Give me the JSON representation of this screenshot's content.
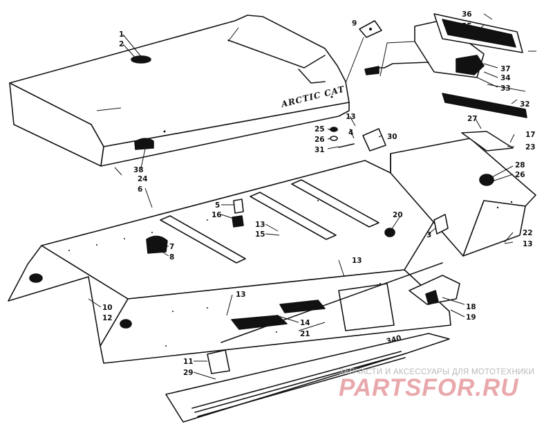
{
  "brand_text": "ARCTIC CAT",
  "decal_number": "340",
  "part_callouts": [
    {
      "id": "1"
    },
    {
      "id": "2"
    },
    {
      "id": "3"
    },
    {
      "id": "4"
    },
    {
      "id": "5"
    },
    {
      "id": "6"
    },
    {
      "id": "7"
    },
    {
      "id": "8"
    },
    {
      "id": "9"
    },
    {
      "id": "10"
    },
    {
      "id": "11"
    },
    {
      "id": "12"
    },
    {
      "id": "13"
    },
    {
      "id": "14"
    },
    {
      "id": "15"
    },
    {
      "id": "16"
    },
    {
      "id": "17"
    },
    {
      "id": "18"
    },
    {
      "id": "19"
    },
    {
      "id": "20"
    },
    {
      "id": "21"
    },
    {
      "id": "22"
    },
    {
      "id": "23"
    },
    {
      "id": "24"
    },
    {
      "id": "25"
    },
    {
      "id": "26"
    },
    {
      "id": "27"
    },
    {
      "id": "28"
    },
    {
      "id": "29"
    },
    {
      "id": "30"
    },
    {
      "id": "31"
    },
    {
      "id": "32"
    },
    {
      "id": "33"
    },
    {
      "id": "34"
    },
    {
      "id": "35"
    },
    {
      "id": "36"
    },
    {
      "id": "37"
    },
    {
      "id": "38"
    }
  ],
  "watermark": {
    "subtitle": "ЗАПЧАСТИ И АКСЕССУАРЫ ДЛЯ МОТОТЕХНИКИ",
    "site": "PARTSFOR.RU",
    "color": "#e9a8ac"
  }
}
